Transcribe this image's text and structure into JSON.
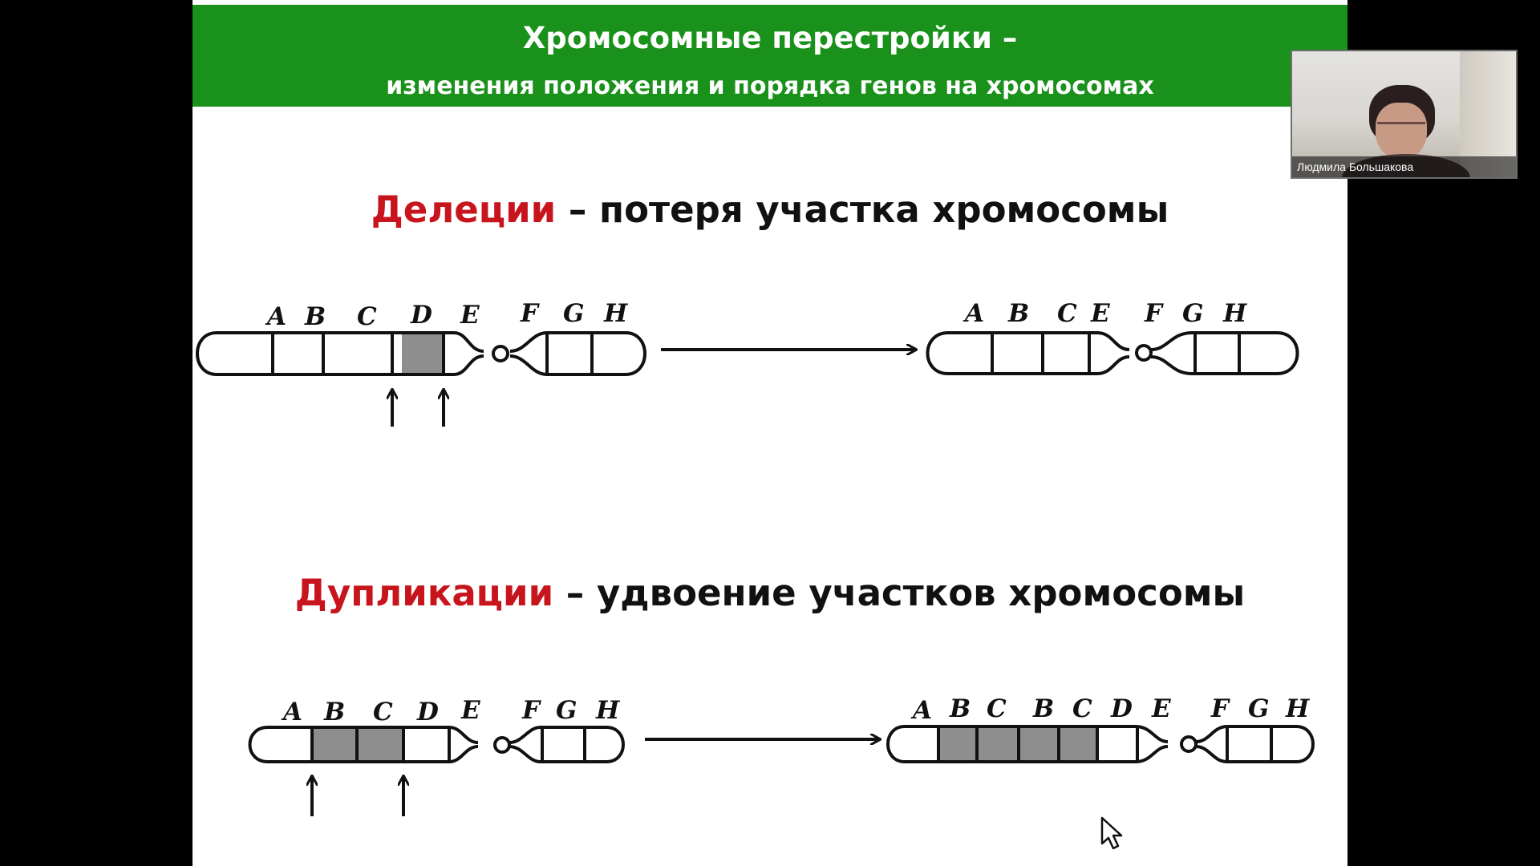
{
  "slide": {
    "banner_title": "Хромосомные перестройки –",
    "banner_subtitle": "изменения положения и порядка генов на хромосомах",
    "deletion": {
      "term": "Делеции",
      "rest": " – потеря участка хромосомы",
      "before_genes": [
        "A",
        "B",
        "C",
        "D",
        "E",
        "F",
        "G",
        "H"
      ],
      "after_genes": [
        "A",
        "B",
        "C",
        "E",
        "F",
        "G",
        "H"
      ]
    },
    "duplication": {
      "term": "Дупликации",
      "rest": " – удвоение участков хромосомы",
      "before_genes": [
        "A",
        "B",
        "C",
        "D",
        "E",
        "F",
        "G",
        "H"
      ],
      "after_genes": [
        "A",
        "B",
        "C",
        "B",
        "C",
        "D",
        "E",
        "F",
        "G",
        "H"
      ]
    }
  },
  "webcam": {
    "participant_name": "Людмила Большакова"
  },
  "colors": {
    "banner": "#19911b",
    "term": "#c8141c",
    "shaded_segment": "#8e8e8e"
  }
}
